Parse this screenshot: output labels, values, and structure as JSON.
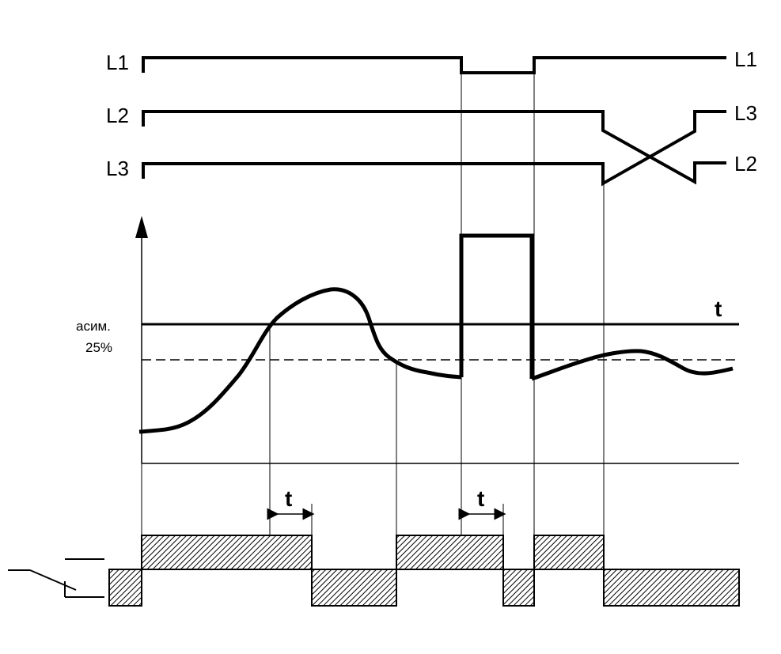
{
  "phase_labels": {
    "left_l1": "L1",
    "left_l2": "L2",
    "left_l3": "L3",
    "right_l1": "L1",
    "right_l3": "L3",
    "right_l2": "L2"
  },
  "threshold": {
    "label_line1": "асим.",
    "label_line2": "25%",
    "time_marker": "t"
  },
  "delay_markers": {
    "first": "t",
    "second": "t"
  },
  "colors": {
    "stroke": "#000000",
    "hatch": "#000000",
    "background": "#ffffff"
  },
  "icons": {
    "relay_contact": "relay-contact-icon",
    "axis_arrow": "arrow-up-icon"
  }
}
